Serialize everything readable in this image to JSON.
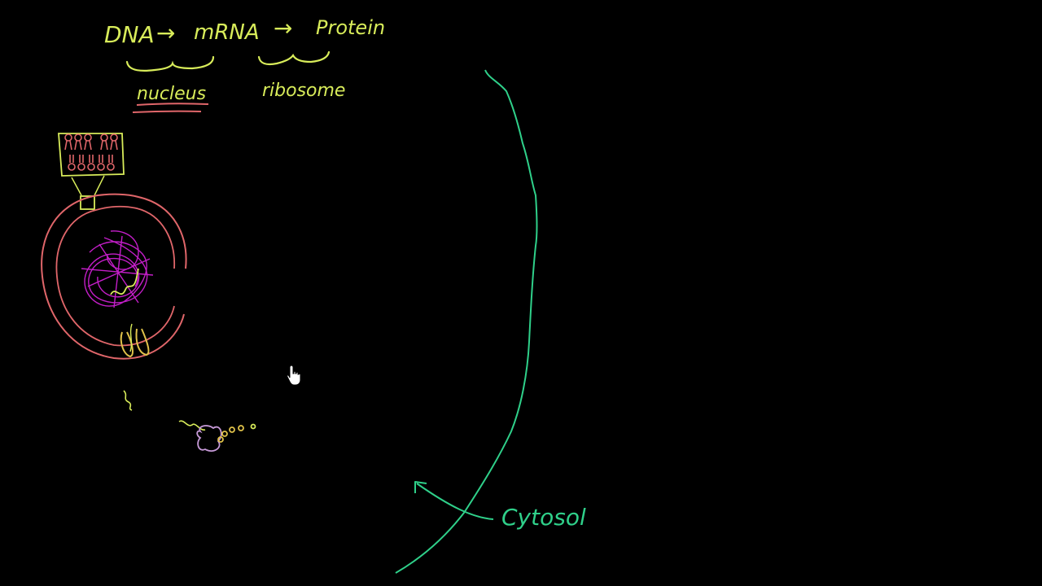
{
  "colors": {
    "background": "#000000",
    "yellow": "#d8ec5a",
    "pink": "#e0666a",
    "magenta": "#c31ec8",
    "green": "#2fd08a",
    "lavender": "#c79ad8",
    "gold": "#e0c24a"
  },
  "board": {
    "title_parts": [
      "DNA",
      "mRNA",
      "Protein"
    ],
    "arrow": "→",
    "label_nucleus": "nucleus",
    "label_ribosome": "ribosome",
    "label_cytosol": "Cytosol"
  },
  "cursor": {
    "icon": "hand-pointer-icon"
  }
}
